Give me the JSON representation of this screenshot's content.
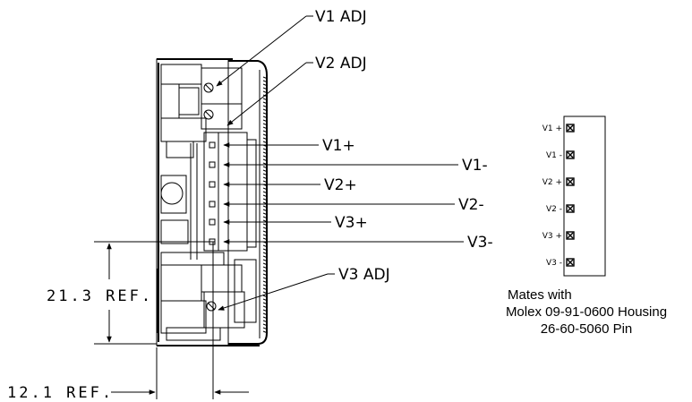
{
  "callouts": {
    "v1_adj": "V1 ADJ",
    "v2_adj": "V2 ADJ",
    "v1_plus": "V1+",
    "v1_minus": "V1-",
    "v2_plus": "V2+",
    "v2_minus": "V2-",
    "v3_plus": "V3+",
    "v3_minus": "V3-",
    "v3_adj": "V3 ADJ"
  },
  "dimensions": {
    "height": "21.3 REF.",
    "width": "12.1 REF."
  },
  "connector": {
    "pins": [
      "V1 +",
      "V1 -",
      "V2 +",
      "V2 -",
      "V3 +",
      "V3 -"
    ]
  },
  "mates_note": {
    "line1": "Mates with",
    "line2": "Molex 09-91-0600 Housing",
    "line3": "26-60-5060 Pin"
  }
}
